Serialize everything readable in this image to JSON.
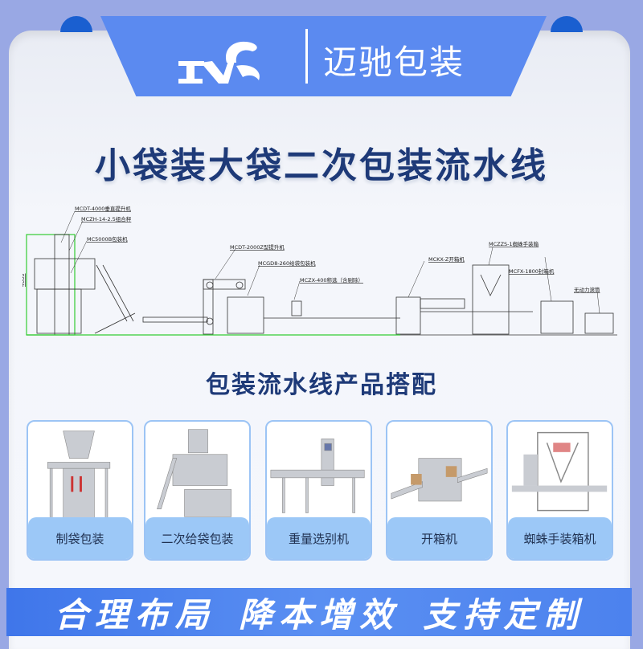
{
  "header": {
    "brand_name": "迈驰包装",
    "logo_text": "MC"
  },
  "title": "小袋装大袋二次包装流水线",
  "diagram": {
    "height_dimension": "4000",
    "labels": [
      "MCDT-4000垂直提升机",
      "MCZH-14-2.5组合秤",
      "MC5000B包装机",
      "MCDT-2000Z型提升机",
      "MCGD8-260给袋包装机",
      "MCZX-400称选（含剔除）",
      "MCKX-Z开箱机",
      "MCZZS-1蜘蛛手装箱",
      "MCFX-1800封箱机",
      "无动力滚筒"
    ]
  },
  "subtitle": "包装流水线产品搭配",
  "products": [
    {
      "label": "制袋包装"
    },
    {
      "label": "二次给袋包装"
    },
    {
      "label": "重量选别机"
    },
    {
      "label": "开箱机"
    },
    {
      "label": "蜘蛛手装箱机"
    }
  ],
  "slogans": [
    "合理布局",
    "降本增效",
    "支持定制"
  ],
  "colors": {
    "background": "#99a8e4",
    "tab": "#5b8af0",
    "title": "#1e3a78",
    "card_label": "#9cc8f7",
    "bar": "#4c82ee"
  }
}
